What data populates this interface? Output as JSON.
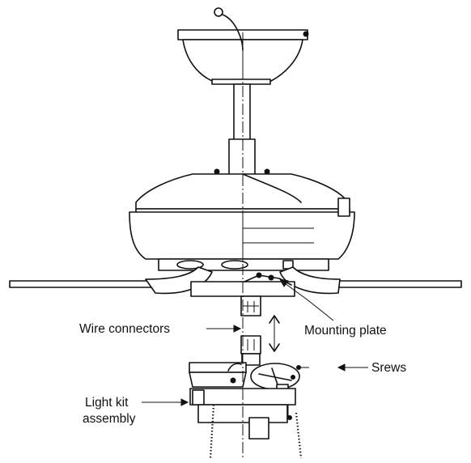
{
  "labels": {
    "wire_connectors": "Wire connectors",
    "mounting_plate": "Mounting plate",
    "screws": "Srews",
    "light_kit_line1": "Light kit",
    "light_kit_line2": "assembly"
  }
}
